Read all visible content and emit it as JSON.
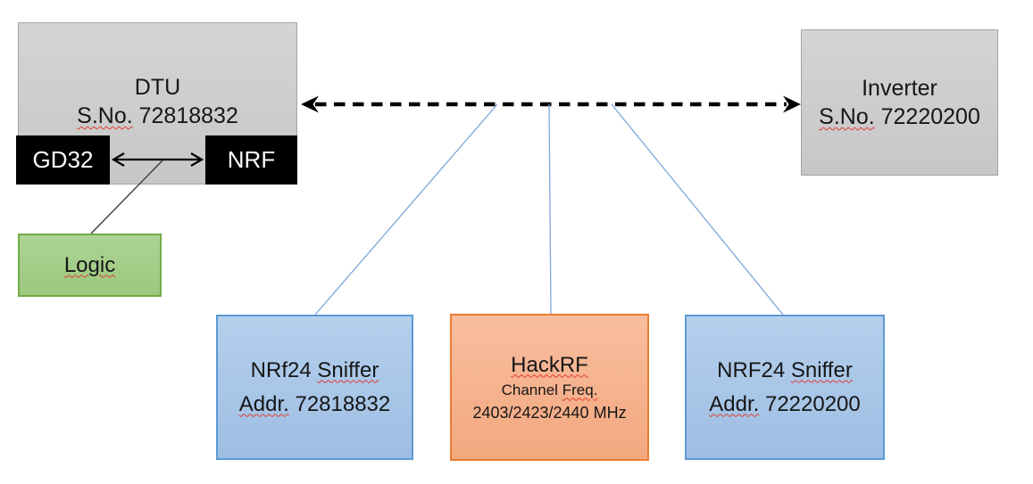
{
  "boxes": {
    "dtu": {
      "title": "DTU",
      "serial_label": "S.No.",
      "serial_number": "72818832"
    },
    "gd32": {
      "label": "GD32"
    },
    "nrf": {
      "label": "NRF"
    },
    "logic": {
      "label": "Logic"
    },
    "inverter": {
      "title": "Inverter",
      "serial_label": "S.No.",
      "serial_number": "72220200"
    },
    "sniffer_left": {
      "name_prefix": "NRf24",
      "name_word": "Sniffer",
      "addr_label": "Addr.",
      "addr_value": "72818832"
    },
    "hackrf": {
      "title": "HackRF",
      "channel_word": "Channel",
      "freq_word": "Freq.",
      "frequencies": "2403/2423/2440 MHz"
    },
    "sniffer_right": {
      "name_prefix": "NRF24",
      "name_word": "Sniffer",
      "addr_label": "Addr.",
      "addr_value": "72220200"
    }
  },
  "colors": {
    "gray_fill": "#CDCDCD",
    "gray_border": "#A3A3A3",
    "black_fill": "#000000",
    "green_fill": "#A5CF8D",
    "green_border": "#70AD47",
    "blue_fill": "#A9C7E8",
    "blue_border": "#5B9BD5",
    "orange_fill": "#F6B18D",
    "orange_border": "#ED7D31",
    "connector_blue": "#7CA6D8",
    "arrow_black": "#000000",
    "spellcheck_red": "#E03C31"
  }
}
